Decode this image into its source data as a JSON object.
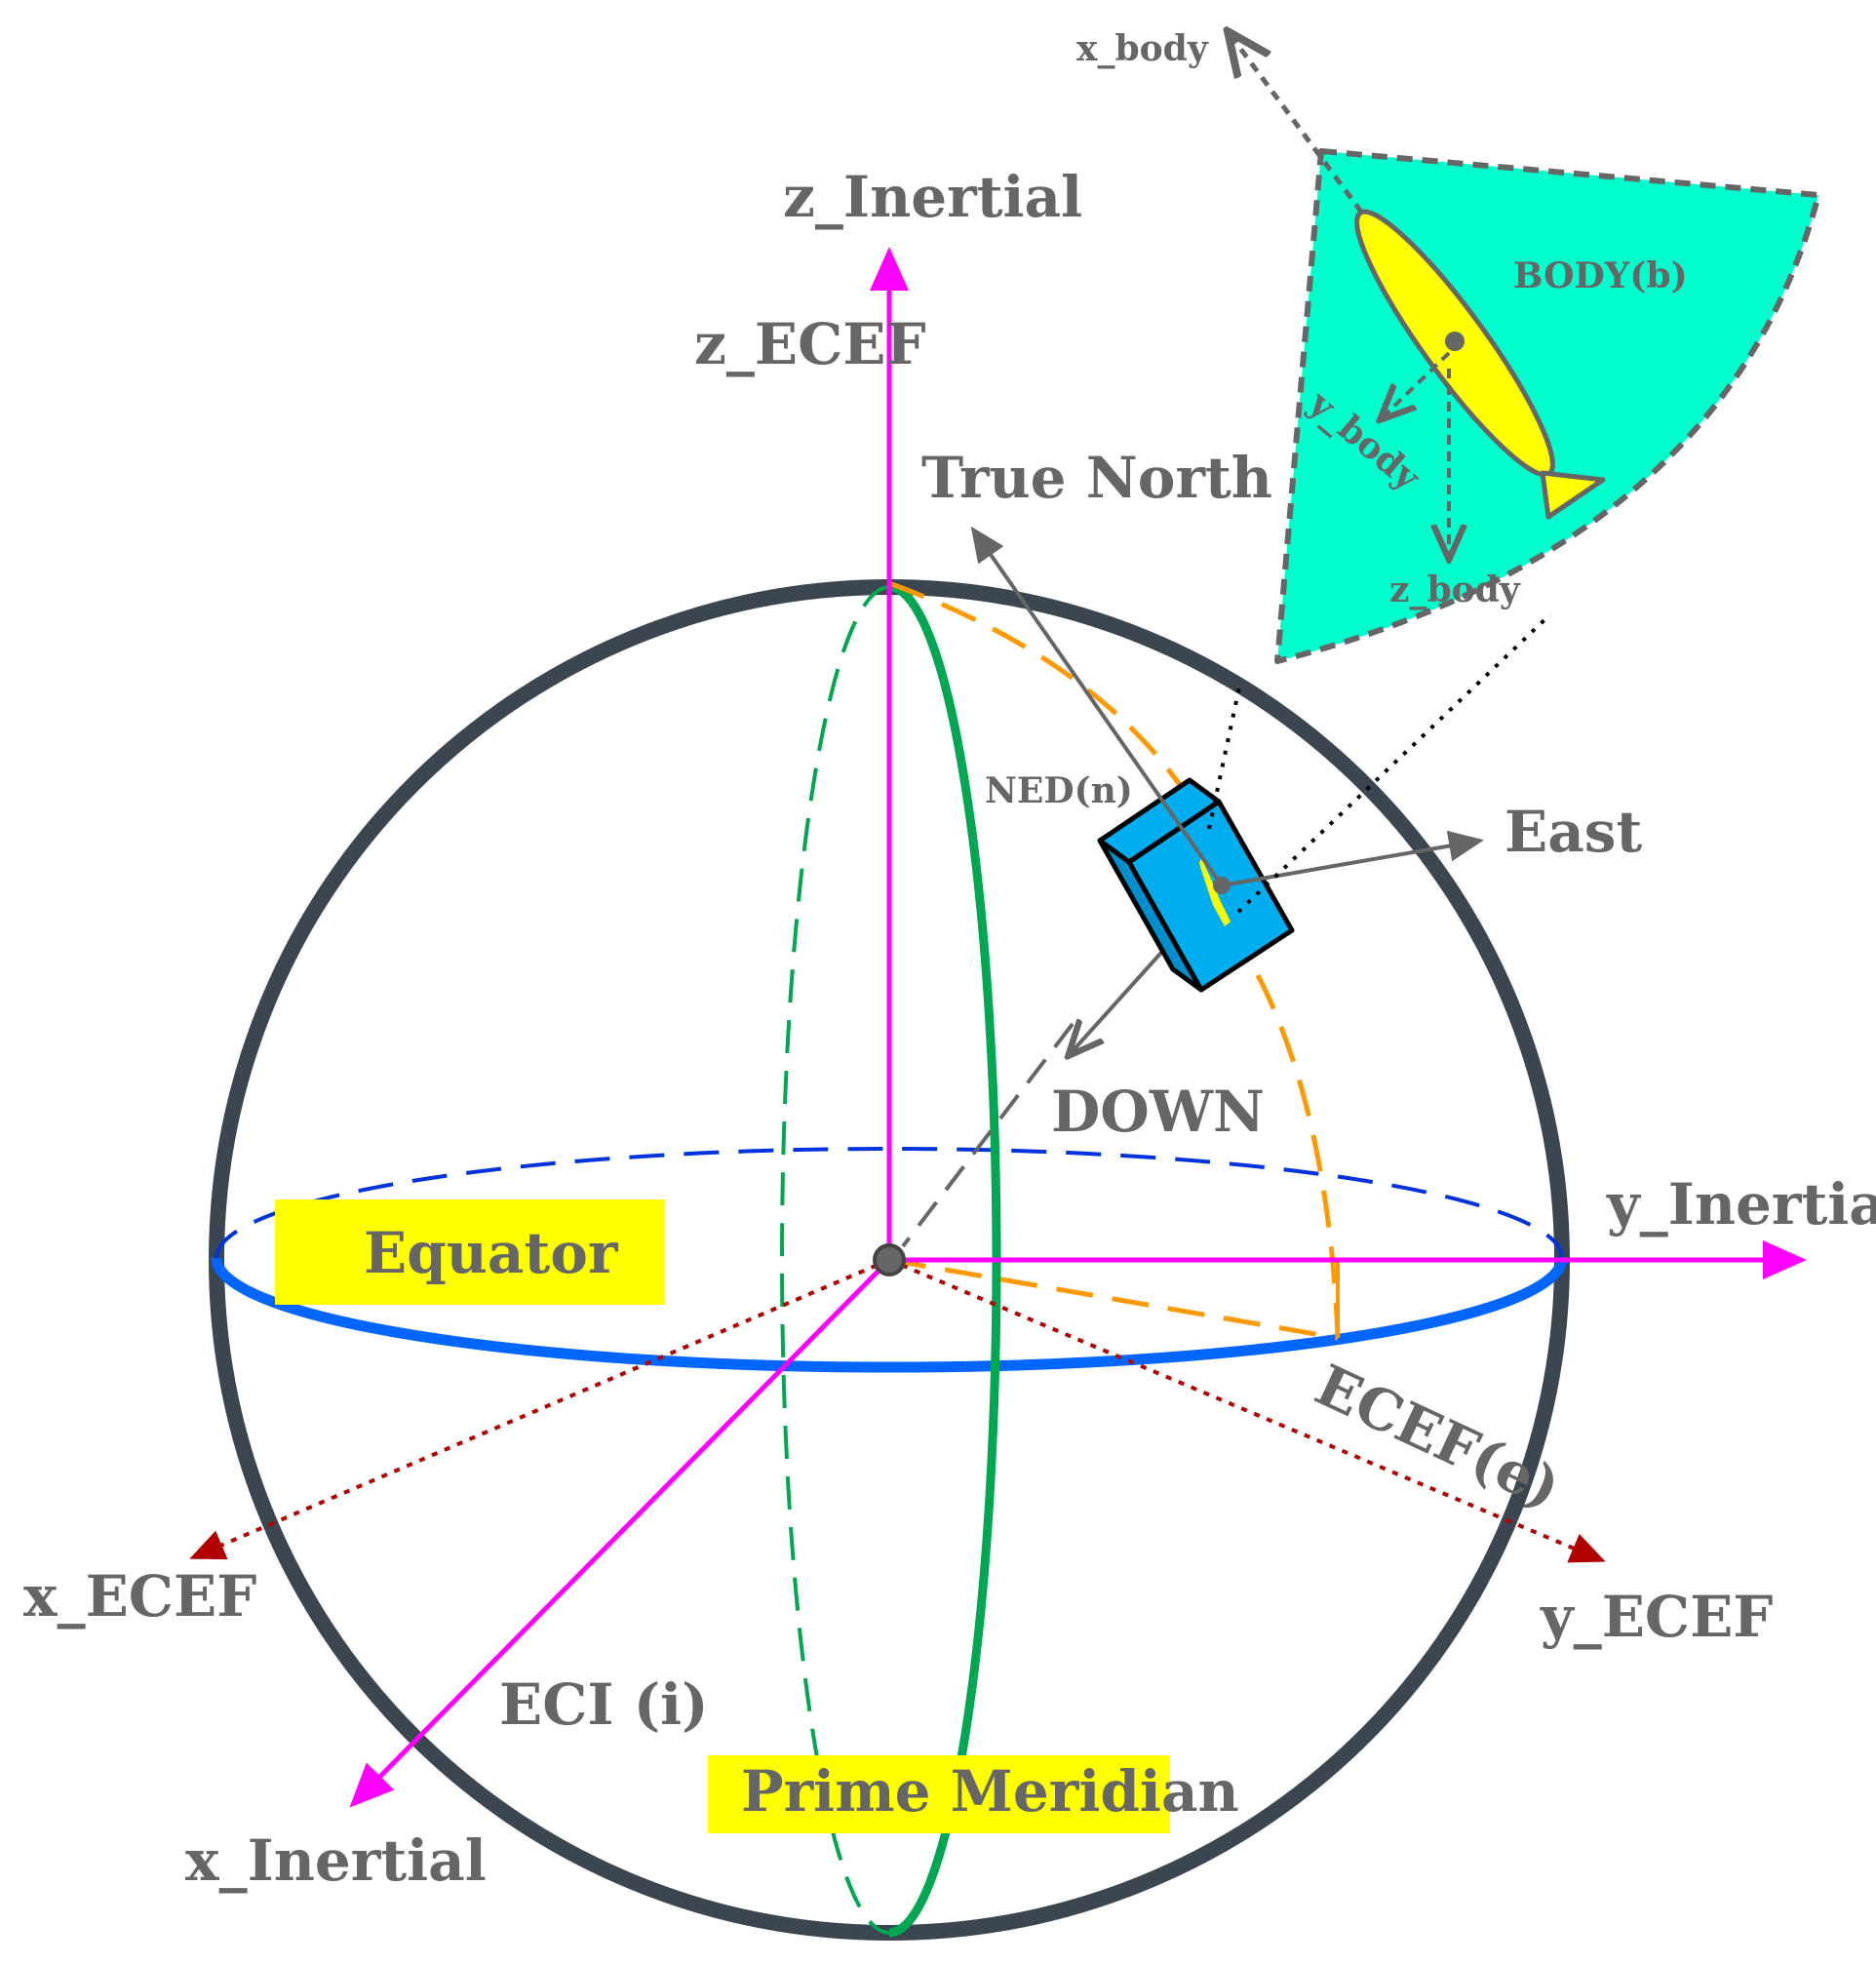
{
  "labels": {
    "z_inertial": "z_Inertial",
    "z_ecef": "z_ECEF",
    "true_north": "True North",
    "ned": "NED(n)",
    "east": "East",
    "down": "DOWN",
    "y_inertial": "y_Inertial",
    "equator": "Equator",
    "ecef_frame": "ECEF(e)",
    "x_ecef": "x_ECEF",
    "y_ecef": "y_ECEF",
    "eci": "ECI (i)",
    "prime_meridian": "Prime Meridian",
    "x_inertial": "x_Inertial",
    "x_body": "x_body",
    "body_frame": "BODY(b)",
    "y_body": "y_body",
    "z_body": "z_body"
  },
  "colors": {
    "inertial_axes": "#ff00ff",
    "ecef_axes": "#b00000",
    "sphere_outline": "#3b4650",
    "equator": "#0066ff",
    "meridian": "#00a651",
    "latitude_arc": "#ff9900",
    "ned_axes": "#666666",
    "ned_box": "#00aeef",
    "body_sector": "#00ffcc",
    "aircraft": "#ffff00",
    "label_highlight": "#ffff00",
    "label_text": "#666666"
  }
}
